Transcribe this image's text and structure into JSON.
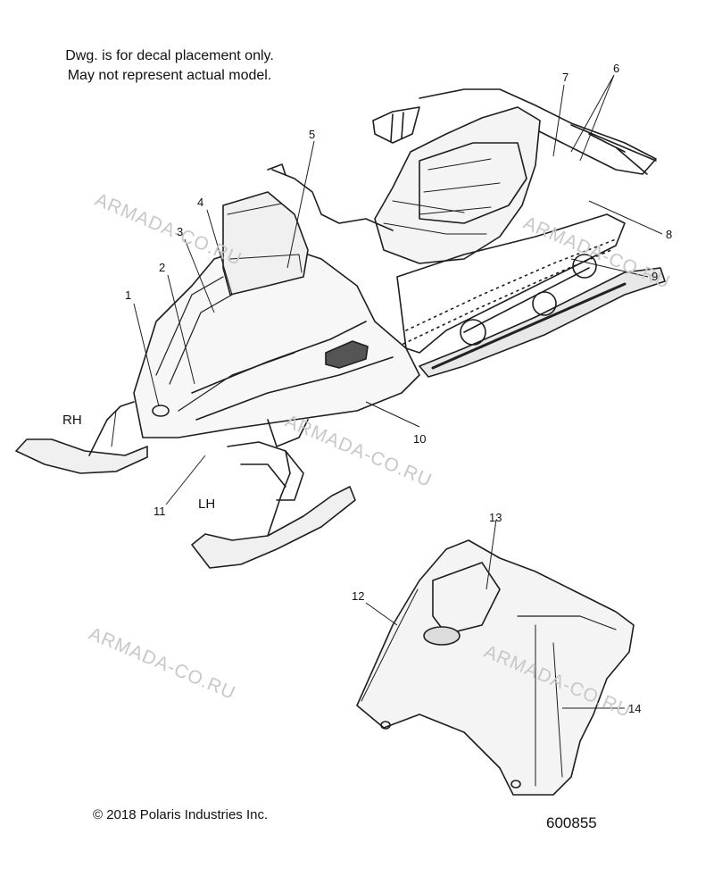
{
  "note": {
    "line1": "Dwg. is for decal placement only.",
    "line2": "May not represent actual model."
  },
  "callouts": {
    "c1": "1",
    "c2": "2",
    "c3": "3",
    "c4": "4",
    "c5": "5",
    "c6": "6",
    "c7": "7",
    "c8": "8",
    "c9": "9",
    "c10": "10",
    "c11": "11",
    "c12": "12",
    "c13": "13",
    "c14": "14"
  },
  "sides": {
    "rh": "RH",
    "lh": "LH"
  },
  "watermark": "ARMADA-CO.RU",
  "footer": {
    "copyright": "© 2018 Polaris Industries Inc.",
    "drawing_number": "600855"
  }
}
